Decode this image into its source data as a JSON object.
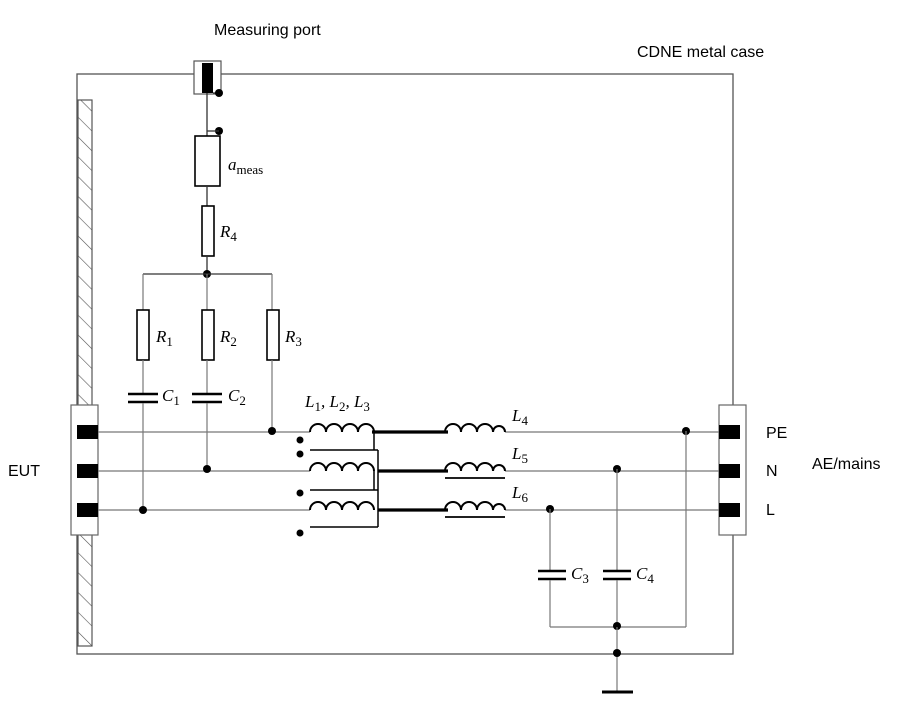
{
  "labels": {
    "measuring_port": "Measuring port",
    "case": "CDNE metal case",
    "eut": "EUT",
    "ae_mains": "AE/mains",
    "pe": "PE",
    "n": "N",
    "l": "L"
  },
  "components": {
    "ameas": {
      "sym": "a",
      "sub": "meas"
    },
    "r4": {
      "sym": "R",
      "sub": "4"
    },
    "r1": {
      "sym": "R",
      "sub": "1"
    },
    "r2": {
      "sym": "R",
      "sub": "2"
    },
    "r3": {
      "sym": "R",
      "sub": "3"
    },
    "c1": {
      "sym": "C",
      "sub": "1"
    },
    "c2": {
      "sym": "C",
      "sub": "2"
    },
    "c3": {
      "sym": "C",
      "sub": "3"
    },
    "c4": {
      "sym": "C",
      "sub": "4"
    },
    "l123": {
      "sym1": "L",
      "sub1": "1",
      "sep1": ", ",
      "sym2": "L",
      "sub2": "2",
      "sep2": ", ",
      "sym3": "L",
      "sub3": "3"
    },
    "l4": {
      "sym": "L",
      "sub": "4"
    },
    "l5": {
      "sym": "L",
      "sub": "5"
    },
    "l6": {
      "sym": "L",
      "sub": "6"
    }
  }
}
